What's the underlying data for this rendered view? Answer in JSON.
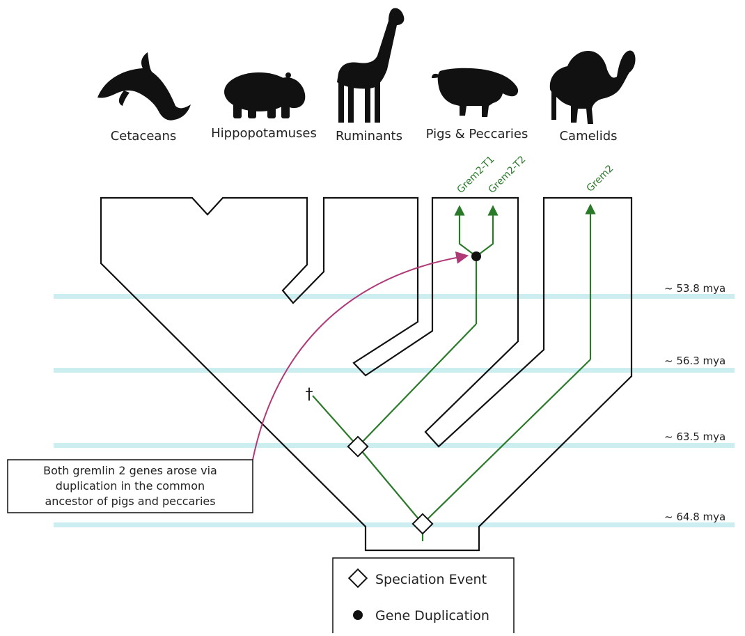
{
  "taxa": [
    {
      "name": "Cetaceans",
      "icon": "dolphin-icon"
    },
    {
      "name": "Hippopotamuses",
      "icon": "hippopotamus-icon"
    },
    {
      "name": "Ruminants",
      "icon": "giraffe-icon"
    },
    {
      "name": "Pigs & Peccaries",
      "icon": "pig-icon"
    },
    {
      "name": "Camelids",
      "icon": "camel-icon"
    }
  ],
  "genes": [
    "Grem2-T1",
    "Grem2-T2",
    "Grem2"
  ],
  "times": [
    "~ 53.8 mya",
    "~ 56.3 mya",
    "~ 63.5 mya",
    "~ 64.8 mya"
  ],
  "note": {
    "lines": [
      "Both gremlin 2 genes arose via",
      "duplication in the common",
      "ancestor of pigs and peccaries"
    ]
  },
  "legend": {
    "speciation": "Speciation Event",
    "duplication": "Gene Duplication"
  },
  "extinction_mark": "†",
  "colors": {
    "gene_tree": "#2a7a2a",
    "species_tree": "#111111",
    "time_band": "#cdeef0",
    "annotation_arrow": "#b03a78"
  }
}
